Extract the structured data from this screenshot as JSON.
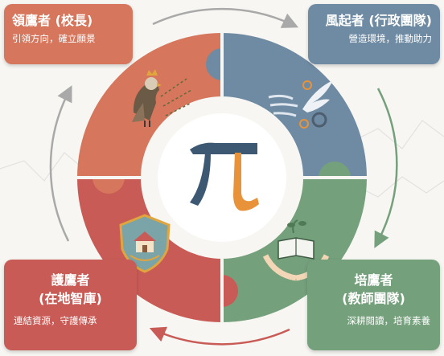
{
  "quadrants": {
    "top_left": {
      "title": "領鷹者 (校長)",
      "subtitle": "引領方向，確立願景",
      "icon": "eagle-icon"
    },
    "top_right": {
      "title": "風起者 (行政團隊)",
      "subtitle": "營造環境，推動助力",
      "icon": "wind-gear-icon"
    },
    "bottom_left": {
      "title_line1": "護鷹者",
      "title_line2": "(在地智庫)",
      "subtitle": "連結資源，守護傳承",
      "icon": "shield-house-icon"
    },
    "bottom_right": {
      "title_line1": "培鷹者",
      "title_line2": "(教師團隊)",
      "subtitle": "深耕閱讀，培育素養",
      "icon": "hands-book-icon"
    }
  },
  "center": {
    "symbol": "π",
    "icon": "pi-icon"
  },
  "colors": {
    "top_left": "#d6765c",
    "top_right": "#6f8ba3",
    "bottom_left": "#c95b56",
    "bottom_right": "#75a07c",
    "pi_blue": "#3c5873",
    "pi_orange": "#e8923a"
  }
}
